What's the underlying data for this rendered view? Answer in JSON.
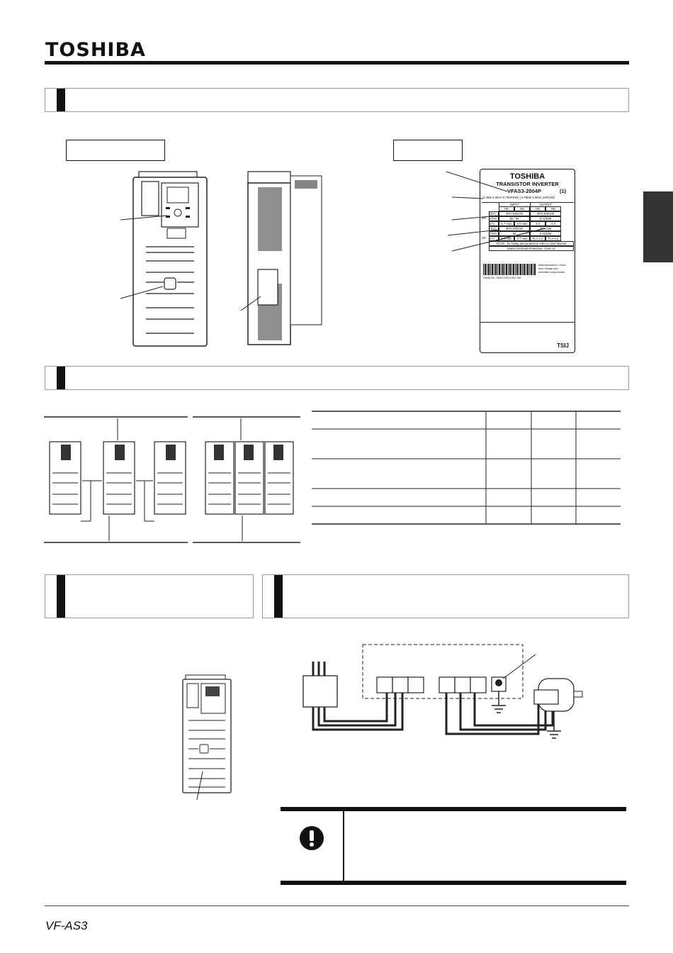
{
  "header": {
    "brand": "TOSHIBA"
  },
  "nameplate": {
    "brand": "TOSHIBA",
    "product_line": "TRANSISTOR INVERTER",
    "model": "VFAS3-2004P",
    "model_suffix": "(1)",
    "rating_line": "0.4kW-1.3kVA-0.75HP(HD) | 0.75kW-1.9kVA-1HP(ND)",
    "col_input": "INPUT",
    "col_output": "OUTPUT",
    "hd": "HD",
    "nd": "ND",
    "row_voltage_label": "U(V)",
    "row_voltage_in": "3PH 200/240",
    "row_voltage_out": "3PH 200/240",
    "row_freq_label": "F(Hz)",
    "row_freq_in": "50 / 60",
    "row_freq_out": "0.01/599",
    "kw_label": "kW",
    "row_current_label": "I(A)",
    "row_current_in_hd": "1.7 max",
    "row_current_in_nd": "3.0 max",
    "row_current_out_hd": "3.3",
    "row_current_out_nd": "4.6",
    "row_voltage2_label": "U(V)",
    "row_voltage2_in": "3PH 200/240",
    "row_voltage2_out": "3PH 230",
    "row_freq2_label": "F(Hz)",
    "row_freq2_in": "60",
    "row_freq2_out": "0.01/599",
    "hp_label": "HP",
    "row_current2_label": "I(A)",
    "row_current2_in_hd": "1.6 max",
    "row_current2_in_nd": "2.7 max",
    "row_current2_out_hd": "FLA 3.2",
    "row_current2_out_nd": "FLA 4.2",
    "sccr": "SCCR : for rating and protection refer to User Manual",
    "overload": "Motor Overload Protection: Class 10",
    "origin_1": "Manufactured in China",
    "origin_2": "from foreign and",
    "origin_3": "domestic components",
    "serial": "Serial No. 9530 10001302 007",
    "maker_code": "TSIJ"
  },
  "footer": {
    "model": "VF-AS3"
  }
}
